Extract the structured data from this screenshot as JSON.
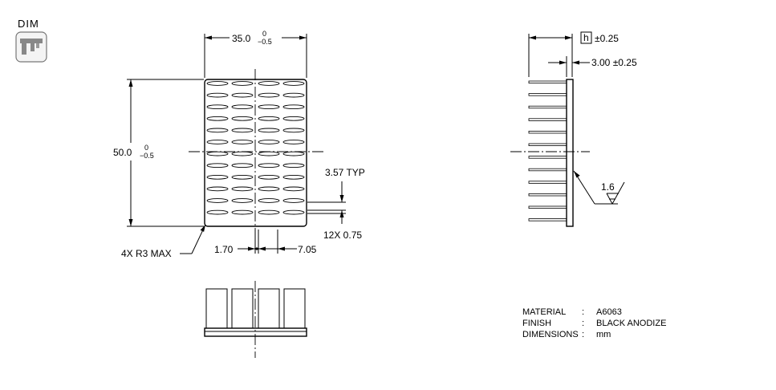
{
  "tool": {
    "label": "DIM",
    "icon": "caliper-icon"
  },
  "top_view": {
    "width_dim": "35.0",
    "width_tol_upper": "0",
    "width_tol_lower": "−0.5",
    "height_dim": "50.0",
    "height_tol_upper": "0",
    "height_tol_lower": "−0.5",
    "pin_pitch_note": "3.57 TYP",
    "pin_count_note": "12X 0.75",
    "corner_radius_note": "4X R3 MAX",
    "fin_thickness": "1.70",
    "fin_pitch": "7.05"
  },
  "side_view": {
    "height_symbol": "h",
    "height_tol": "±0.25",
    "base_thickness": "3.00 ±0.25",
    "surface_finish": "1.6"
  },
  "specs": [
    {
      "key": "MATERIAL",
      "sep": ":",
      "value": "A6063"
    },
    {
      "key": "FINISH",
      "sep": ":",
      "value": "BLACK ANODIZE"
    },
    {
      "key": "DIMENSIONS",
      "sep": ":",
      "value": "mm"
    }
  ]
}
